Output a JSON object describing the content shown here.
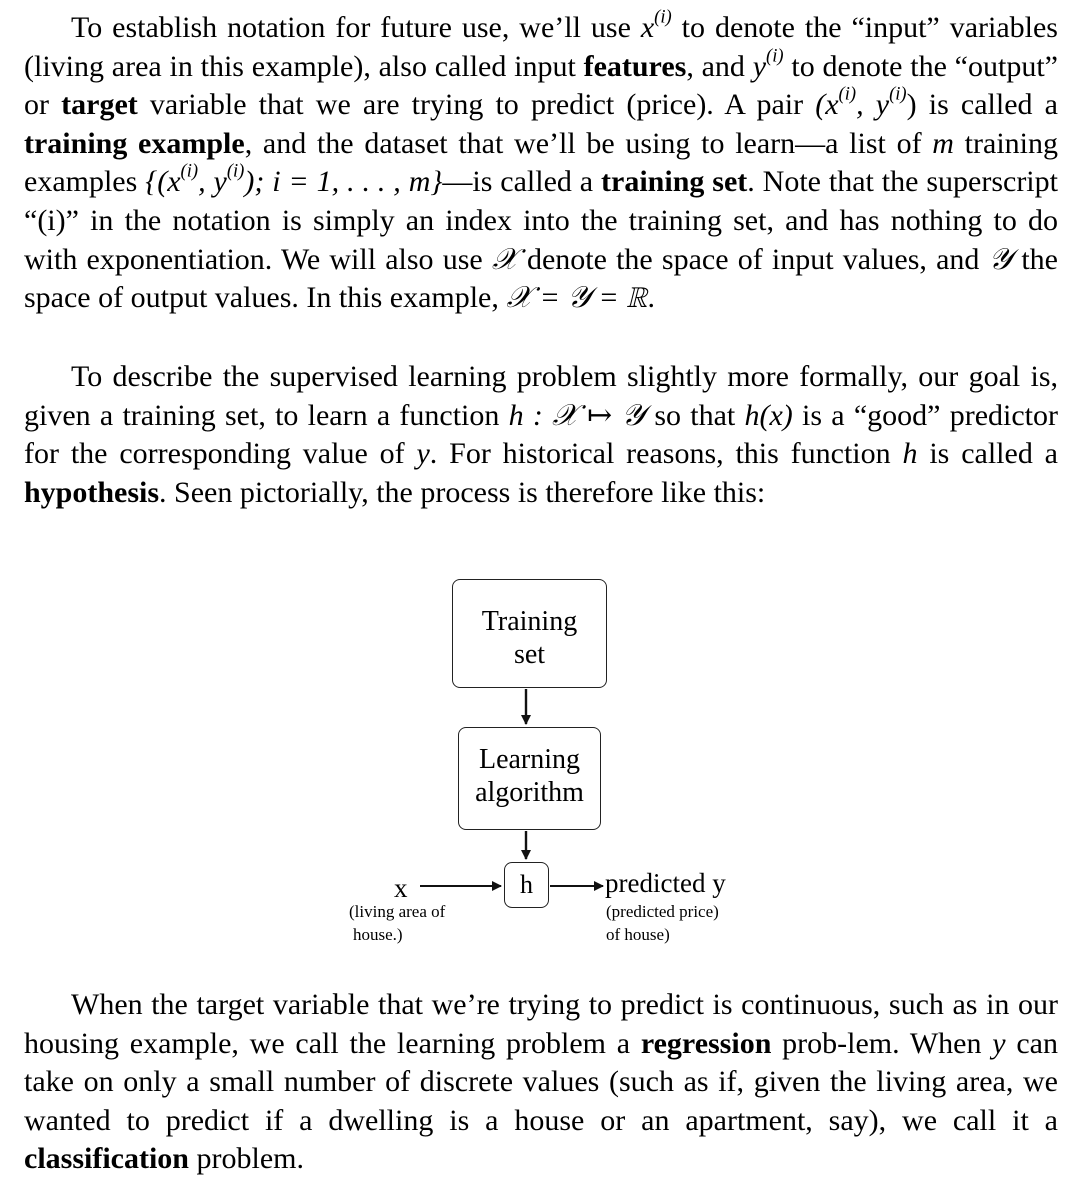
{
  "paragraph1": {
    "s1": "To establish notation for future use, we’ll use ",
    "x_i": "x",
    "sup_i": "(i)",
    "s2": " to denote the “input” variables (living area in this example), also called input ",
    "features": "features",
    "s3": ", and ",
    "y_i": "y",
    "s4": " to denote the “output” or ",
    "target": "target",
    "s5": " variable that we are trying to predict (price). A pair ",
    "pair": "(x",
    "s6": ") is called a ",
    "training_example": "training example",
    "s7": ", and the dataset that we’ll be using to learn—a list of ",
    "m": "m",
    "s8": " training examples ",
    "set_open": "{(x",
    "set_mid": ", y",
    "set_close": "); i = 1, . . . , m}",
    "s9": "—is called a ",
    "training_set": "training set",
    "s10": ". Note that the superscript “(i)” in the notation is simply an index into the training set, and has nothing to do with exponentiation. We will also use ",
    "X": "𝒳",
    "s11": " denote the space of input values, and ",
    "Y": "𝒴",
    "s12": " the space of output values. In this example, ",
    "eq": "𝒳 = 𝒴 = ℝ",
    "s13": "."
  },
  "paragraph2": {
    "s1": "To describe the supervised learning problem slightly more formally, our goal is, given a training set, to learn a function ",
    "func": "h : 𝒳 ↦ 𝒴",
    "s2": " so that ",
    "hx": "h(x)",
    "s3": " is a “good” predictor for the corresponding value of ",
    "y": "y",
    "s4": ". For historical reasons, this function ",
    "h": "h",
    "s5": " is called a ",
    "hypothesis": "hypothesis",
    "s6": ". Seen pictorially, the process is therefore like this:"
  },
  "diagram": {
    "training_set_line1": "Training",
    "training_set_line2": "set",
    "learning_line1": "Learning",
    "learning_line2": "algorithm",
    "h": "h",
    "x": "x",
    "x_sub_line1": "(living area of",
    "x_sub_line2": "house.)",
    "predicted": "predicted y",
    "predicted_sub_line1": "(predicted price)",
    "predicted_sub_line2": "of house)"
  },
  "paragraph3": {
    "s1": "When the target variable that we’re trying to predict is continuous, such as in our housing example, we call the learning problem a ",
    "regression": "regression",
    "s2": " prob-­lem. When ",
    "y": "y",
    "s3": " can take on only a small number of discrete values (such as if, given the living area, we wanted to predict if a dwelling is a house or an apartment, say), we call it a ",
    "classification": "classification",
    "s4": " problem."
  }
}
